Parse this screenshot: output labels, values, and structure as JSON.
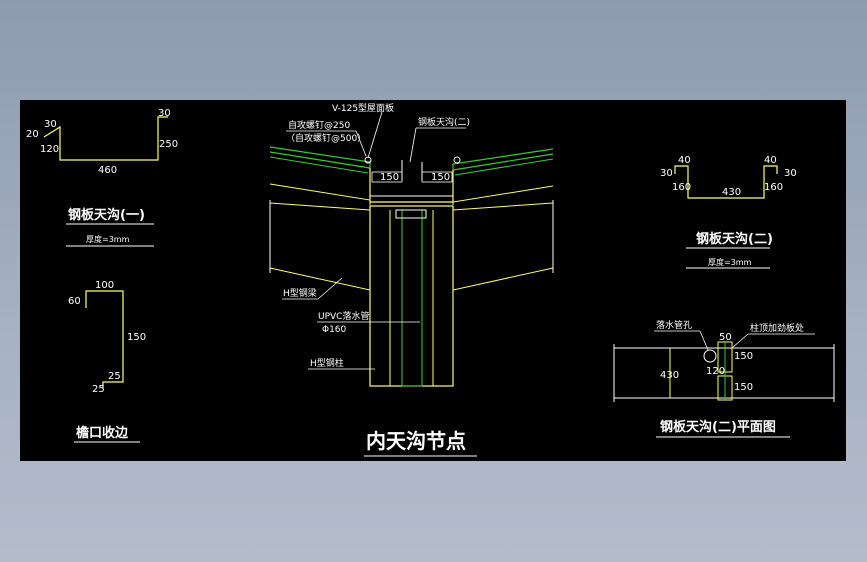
{
  "drawing": {
    "gutter1": {
      "title": "钢板天沟(一)",
      "thickness": "厚度=3mm",
      "dims": [
        "30",
        "20",
        "120",
        "30",
        "250",
        "460"
      ]
    },
    "gutter2": {
      "title": "钢板天沟(二)",
      "thickness": "厚度=3mm",
      "dims": [
        "40",
        "40",
        "30",
        "30",
        "160",
        "160",
        "430"
      ]
    },
    "eave": {
      "title": "檐口收边",
      "dims": [
        "100",
        "60",
        "150",
        "25",
        "25"
      ]
    },
    "center": {
      "title": "内天沟节点",
      "labels": {
        "roof_panel": "V-125型屋面板",
        "screw1": "自攻螺钉@250",
        "screw2": "（自攻螺钉@500）",
        "gutter": "钢板天沟(二)",
        "beam": "H型钢梁",
        "pipe": "UPVC落水管",
        "pipe_dia": "Φ160",
        "column": "H型钢柱",
        "d150a": "150",
        "d150b": "150"
      }
    },
    "plan": {
      "title": "钢板天沟(二)平面图",
      "labels": {
        "hole": "落水管孔",
        "plate": "柱顶加劲板处",
        "d50": "50",
        "d150": "150",
        "d430": "430",
        "d120": "120",
        "d150b": "150"
      }
    }
  },
  "colors": {
    "background": "#000000",
    "white": "#ffffff",
    "yellow": "#ffff66",
    "green": "#33cc33",
    "cyan": "#33ffff"
  }
}
